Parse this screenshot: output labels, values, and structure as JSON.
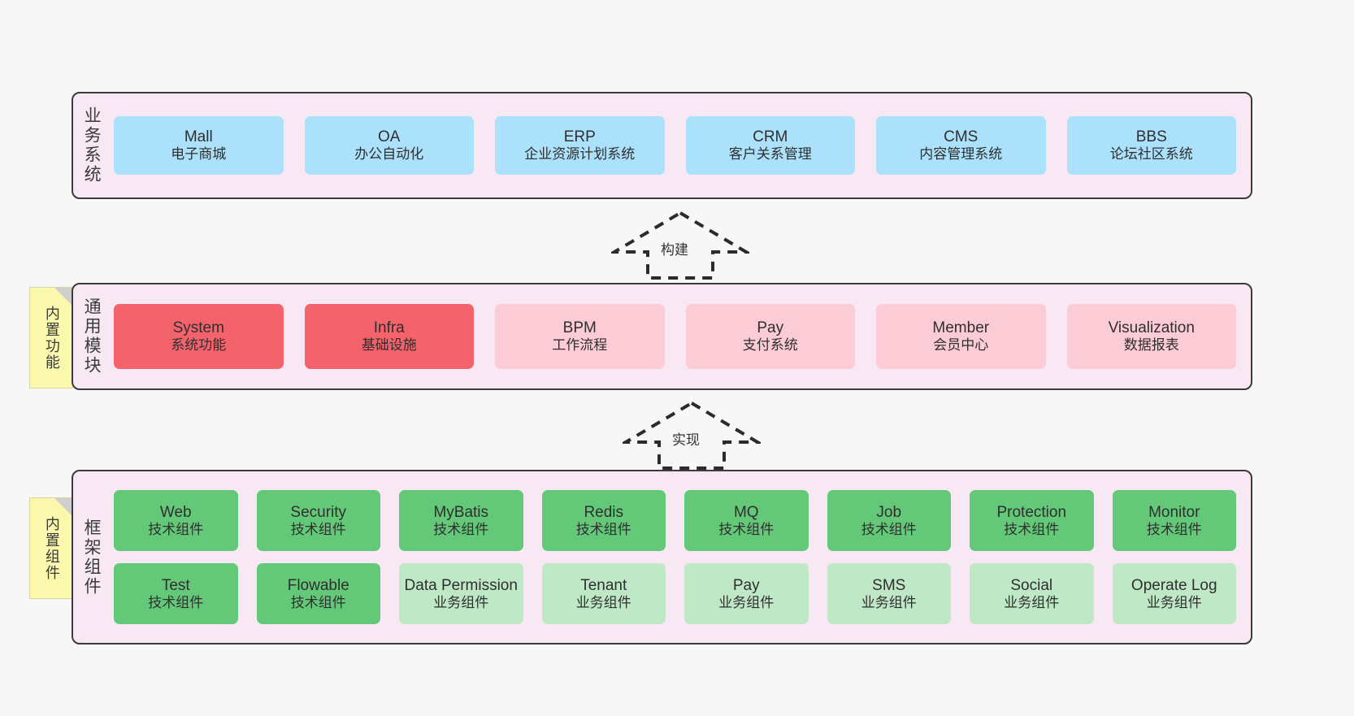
{
  "diagram": {
    "colors": {
      "band_bg": "#f7e8f3",
      "band_border": "#3b3b3b",
      "blue": "#ace1fb",
      "red": "#f4636c",
      "pink": "#fbcbd6",
      "green": "#63c878",
      "light_green": "#bee8c6",
      "note_yellow": "#fbf8ae",
      "page_bg": "#f7f7f7"
    },
    "layers": {
      "business": {
        "title": "业务系统",
        "items": [
          {
            "name": "Mall",
            "desc": "电子商城",
            "color": "blue"
          },
          {
            "name": "OA",
            "desc": "办公自动化",
            "color": "blue"
          },
          {
            "name": "ERP",
            "desc": "企业资源计划系统",
            "color": "blue"
          },
          {
            "name": "CRM",
            "desc": "客户关系管理",
            "color": "blue"
          },
          {
            "name": "CMS",
            "desc": "内容管理系统",
            "color": "blue"
          },
          {
            "name": "BBS",
            "desc": "论坛社区系统",
            "color": "blue"
          }
        ]
      },
      "modules": {
        "title": "通用模块",
        "note": "内置功能",
        "items": [
          {
            "name": "System",
            "desc": "系统功能",
            "color": "red"
          },
          {
            "name": "Infra",
            "desc": "基础设施",
            "color": "red"
          },
          {
            "name": "BPM",
            "desc": "工作流程",
            "color": "pink"
          },
          {
            "name": "Pay",
            "desc": "支付系统",
            "color": "pink"
          },
          {
            "name": "Member",
            "desc": "会员中心",
            "color": "pink"
          },
          {
            "name": "Visualization",
            "desc": "数据报表",
            "color": "pink"
          }
        ]
      },
      "framework": {
        "title": "框架组件",
        "note": "内置组件",
        "row1": [
          {
            "name": "Web",
            "desc": "技术组件",
            "color": "green"
          },
          {
            "name": "Security",
            "desc": "技术组件",
            "color": "green"
          },
          {
            "name": "MyBatis",
            "desc": "技术组件",
            "color": "green"
          },
          {
            "name": "Redis",
            "desc": "技术组件",
            "color": "green"
          },
          {
            "name": "MQ",
            "desc": "技术组件",
            "color": "green"
          },
          {
            "name": "Job",
            "desc": "技术组件",
            "color": "green"
          },
          {
            "name": "Protection",
            "desc": "技术组件",
            "color": "green"
          },
          {
            "name": "Monitor",
            "desc": "技术组件",
            "color": "green"
          }
        ],
        "row2": [
          {
            "name": "Test",
            "desc": "技术组件",
            "color": "green"
          },
          {
            "name": "Flowable",
            "desc": "技术组件",
            "color": "green"
          },
          {
            "name": "Data Permission",
            "desc": "业务组件",
            "color": "lightgreen"
          },
          {
            "name": "Tenant",
            "desc": "业务组件",
            "color": "lightgreen"
          },
          {
            "name": "Pay",
            "desc": "业务组件",
            "color": "lightgreen"
          },
          {
            "name": "SMS",
            "desc": "业务组件",
            "color": "lightgreen"
          },
          {
            "name": "Social",
            "desc": "业务组件",
            "color": "lightgreen"
          },
          {
            "name": "Operate Log",
            "desc": "业务组件",
            "color": "lightgreen"
          }
        ]
      }
    },
    "connectors": [
      {
        "label": "构建",
        "from": "modules",
        "to": "business"
      },
      {
        "label": "实现",
        "from": "framework",
        "to": "modules"
      }
    ]
  }
}
